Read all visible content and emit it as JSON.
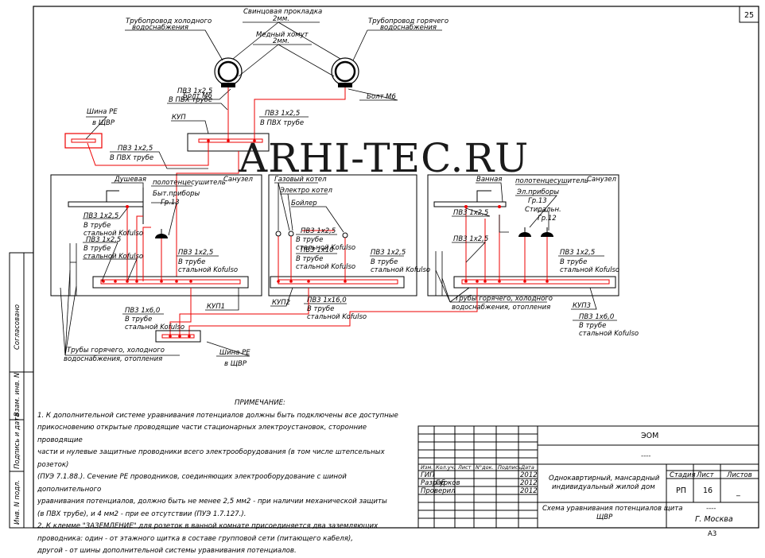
{
  "sheet_number": "25",
  "watermark": "ARHI-TEC.RU",
  "labels": {
    "pipe_cold": [
      "Трубопровод холодного",
      "водоснабжения"
    ],
    "pipe_hot": [
      "Трубопровод горячего",
      "водоснабжения"
    ],
    "lead_pad": [
      "Свинцовая прокладка",
      "2мм."
    ],
    "copper_clamp": [
      "Медный хомут",
      "2мм."
    ],
    "bolt_left": "Болт М6",
    "bolt_right": "Болт М6",
    "pv3_1": [
      "ПВ3  1х2,5",
      "В  ПВХ  трубе"
    ],
    "pv3_2": [
      "ПВ3  1х2,5",
      "В  ПВХ  трубе"
    ],
    "pv3_3": [
      "ПВ3  1х2,5",
      "В  ПВХ  трубе"
    ],
    "kup": "КУП",
    "pe_bus_top": [
      "Шина  РЕ",
      "в  ЩВР"
    ],
    "pe_bus_bottom": [
      "Шина  РЕ",
      "в  ЩВР"
    ],
    "room1": "Санузел",
    "room3": "Санузел",
    "shower": "Душевая",
    "bath": "Ванная",
    "towel1": "полотенцесушитель",
    "towel3": "полотенцесушитель",
    "appl1": [
      "Быт.приборы",
      "Гр.13"
    ],
    "appl3": [
      "Эл.приборы",
      "Гр.13"
    ],
    "washer": [
      "Стиральн.",
      "Гр.12"
    ],
    "gas_boiler": "Газовый котел",
    "el_boiler": "Электро котел",
    "boiler": "Бойлер",
    "steel_a": [
      "ПВ3  1х2,5",
      "В  трубе",
      "стальной  Kofulso"
    ],
    "steel_b": [
      "ПВ3  1х2,5",
      "В  трубе",
      "стальной  Kofulso"
    ],
    "steel_c": [
      "ПВ3  1х2,5",
      "В  трубе",
      "стальной  Kofulso"
    ],
    "steel_d": [
      "ПВ3  1х2,5",
      "В  трубе",
      "стальной  Kofulso"
    ],
    "steel_e": [
      "ПВ3  1х10",
      "В  трубе",
      "стальной  Kofulso"
    ],
    "steel_f": [
      "ПВ3  1х2,5",
      "В  трубе",
      "стальной  Kofulso"
    ],
    "steel_g": [
      "ПВ3  1х2,5",
      "В  трубе",
      "стальной  Kofulso"
    ],
    "pv3_r1": "ПВ3  1х2,5",
    "pv3_r2": "ПВ3  1х2,5",
    "kup1": "КУП1",
    "kup2": "КУП2",
    "kup3": "КУП3",
    "kup1_cable": [
      "ПВ3  1х6,0",
      "В  трубе",
      "стальной  Kofulso"
    ],
    "kup2_cable": [
      "ПВ3  1х16,0",
      "В  трубе",
      "стальной  Kofulso"
    ],
    "kup3_cable": [
      "ПВ3  1х6,0",
      "В  трубе",
      "стальной  Kofulso"
    ],
    "pipes_left": [
      "Трубы  горячего,  холодного",
      "водоснабжения,  отопления"
    ],
    "pipes_right": [
      "Трубы горячего,  холодного",
      "водоснабжения,  отопления"
    ],
    "side_agreed": "Согласовано",
    "side_inv": "Взам. инв. N",
    "side_sign": "Подпись  и  дата",
    "side_inv2": "Инв. N  подл."
  },
  "notes": {
    "title": "ПРИМЕЧАНИЕ:",
    "lines": [
      "1. К дополнительной системе уравнивания потенциалов должны быть подключены все доступные",
      "прикосновению открытые проводящие части стационарных электроустановок, сторонние проводящие",
      "части и нулевые защитные проводники всего электрооборудования (в том числе штепсельных розеток)",
      "(ПУЭ 7.1.88.). Сечение РЕ проводников, соединяющих электрооборудование с шиной дополнительного",
      "уравнивания потенциалов, должно быть не менее 2,5 мм2 - при наличии механической защиты",
      "(в ПВХ трубе), и 4 мм2 - при ее отсутствии (ПУЭ 1.7.127.).",
      "   2. К клемме \"ЗАЗЕМЛЕНИЕ\" для розеток в ванной комнате присоединяется два заземляющих",
      "проводника: один - от этажного щитка в составе групповой сети (питающего кабеля),",
      "другой - от шины дополнительной системы уравнивания потенциалов."
    ]
  },
  "stamp": {
    "code": "ЭОМ",
    "dash": "----",
    "headers": [
      "Изм.",
      "Кол.уч.",
      "Лист",
      "N°док.",
      "Подпись",
      "Дата"
    ],
    "rows": [
      {
        "role": "ГИП",
        "name": "",
        "date": "2012"
      },
      {
        "role": "Разраб",
        "name": "Гурков",
        "date": "2012"
      },
      {
        "role": "Проверил",
        "name": "",
        "date": "2012"
      }
    ],
    "object": [
      "Однокавртирный,  мансардный",
      "индивидуальный  жилой  дом"
    ],
    "sheet_title": [
      "Схема  уравнивания  потенциалов  щита",
      "ЩВР"
    ],
    "stage_label": "Стадия",
    "sheet_label": "Лист",
    "sheets_label": "Листов",
    "stage": "РП",
    "sheet": "16",
    "sheets": "_",
    "org_dash": "----",
    "city": "Г.  Москва",
    "format": "А3"
  }
}
